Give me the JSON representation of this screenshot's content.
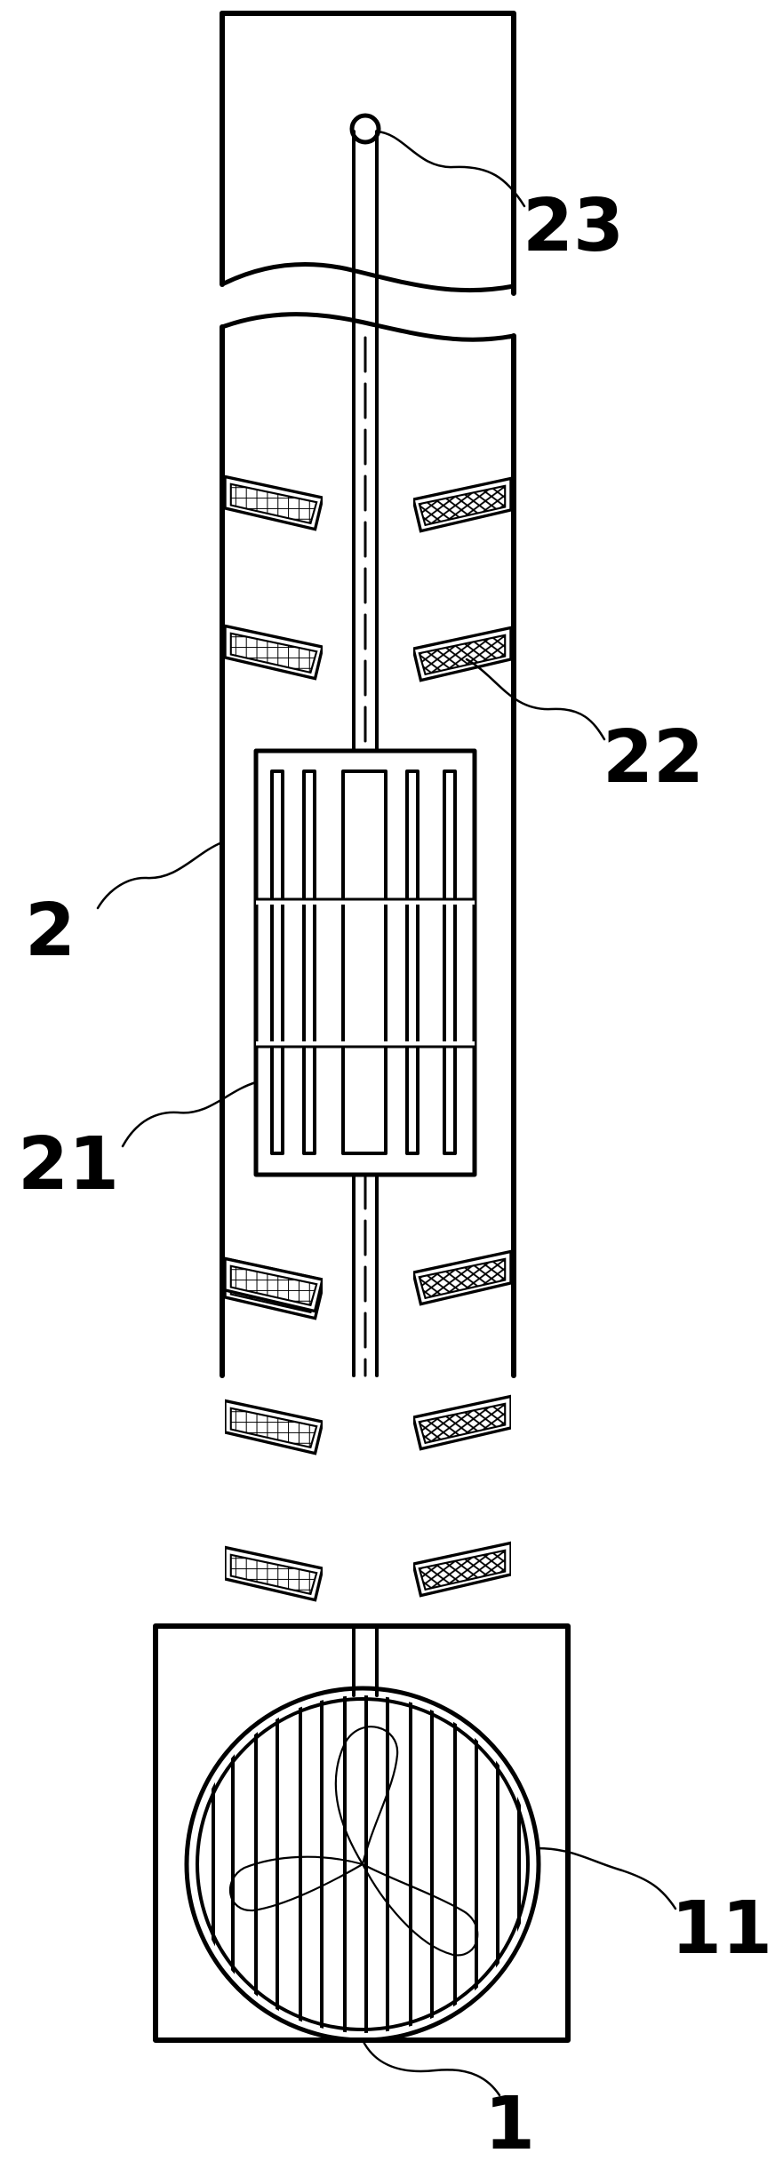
{
  "labels": {
    "tower": "2",
    "grille_panel": "21",
    "filter_block": "22",
    "top_outlet": "23",
    "base_unit": "1",
    "fan_guard": "11"
  },
  "icons": {
    "fan": "fan-icon",
    "filter": "mesh-filter-icon",
    "outlet": "round-outlet-icon"
  },
  "colors": {
    "stroke": "#000000",
    "background": "#ffffff"
  }
}
